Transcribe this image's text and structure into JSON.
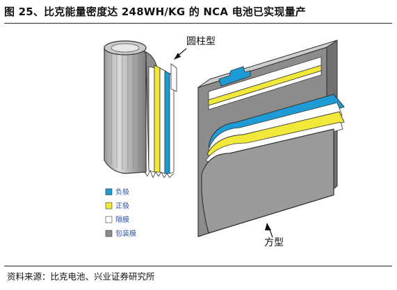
{
  "figure": {
    "title": "图 25、比克能量密度达 248WH/KG 的 NCA 电池已实现量产",
    "source": "资料来源：比克电池、兴业证券研究所"
  },
  "diagram": {
    "labels": {
      "cylindrical": "圆柱型",
      "prismatic": "方型"
    },
    "legend": [
      {
        "label": "负极",
        "color": "#1e9bd4"
      },
      {
        "label": "正极",
        "color": "#f2e83a"
      },
      {
        "label": "隔膜",
        "color": "#ffffff"
      },
      {
        "label": "包装膜",
        "color": "#8c8c8c"
      }
    ]
  }
}
